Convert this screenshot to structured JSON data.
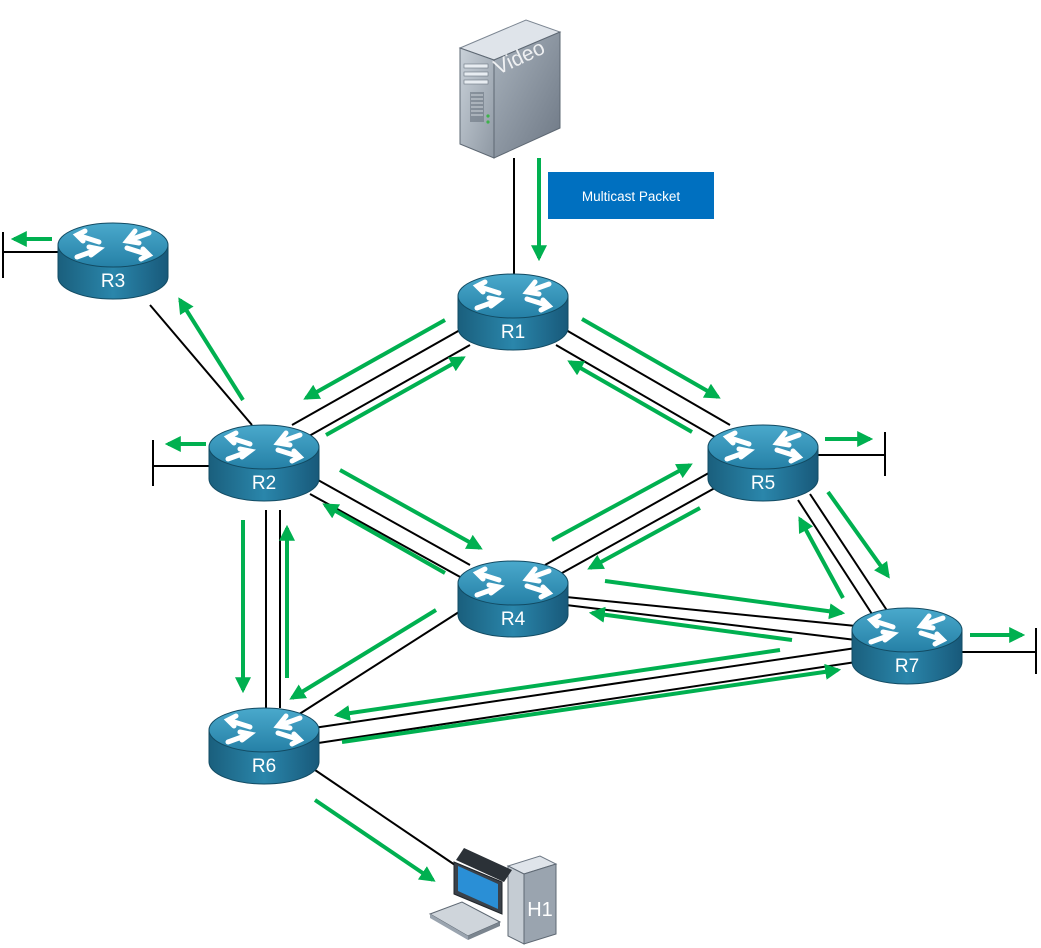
{
  "server": {
    "label": "Video"
  },
  "callout": {
    "text": "Multicast Packet",
    "color": "#0070c0"
  },
  "routers": [
    {
      "id": "R1",
      "label": "R1"
    },
    {
      "id": "R2",
      "label": "R2"
    },
    {
      "id": "R3",
      "label": "R3"
    },
    {
      "id": "R4",
      "label": "R4"
    },
    {
      "id": "R5",
      "label": "R5"
    },
    {
      "id": "R6",
      "label": "R6"
    },
    {
      "id": "R7",
      "label": "R7"
    }
  ],
  "host": {
    "label": "H1"
  },
  "colors": {
    "arrow": "#00b050",
    "router_body": "#1e6d8c",
    "router_top": "#2a8fb5",
    "link": "#000000"
  },
  "icons": {
    "router": "router-icon",
    "server": "server-icon",
    "host": "desktop-computer-icon"
  }
}
